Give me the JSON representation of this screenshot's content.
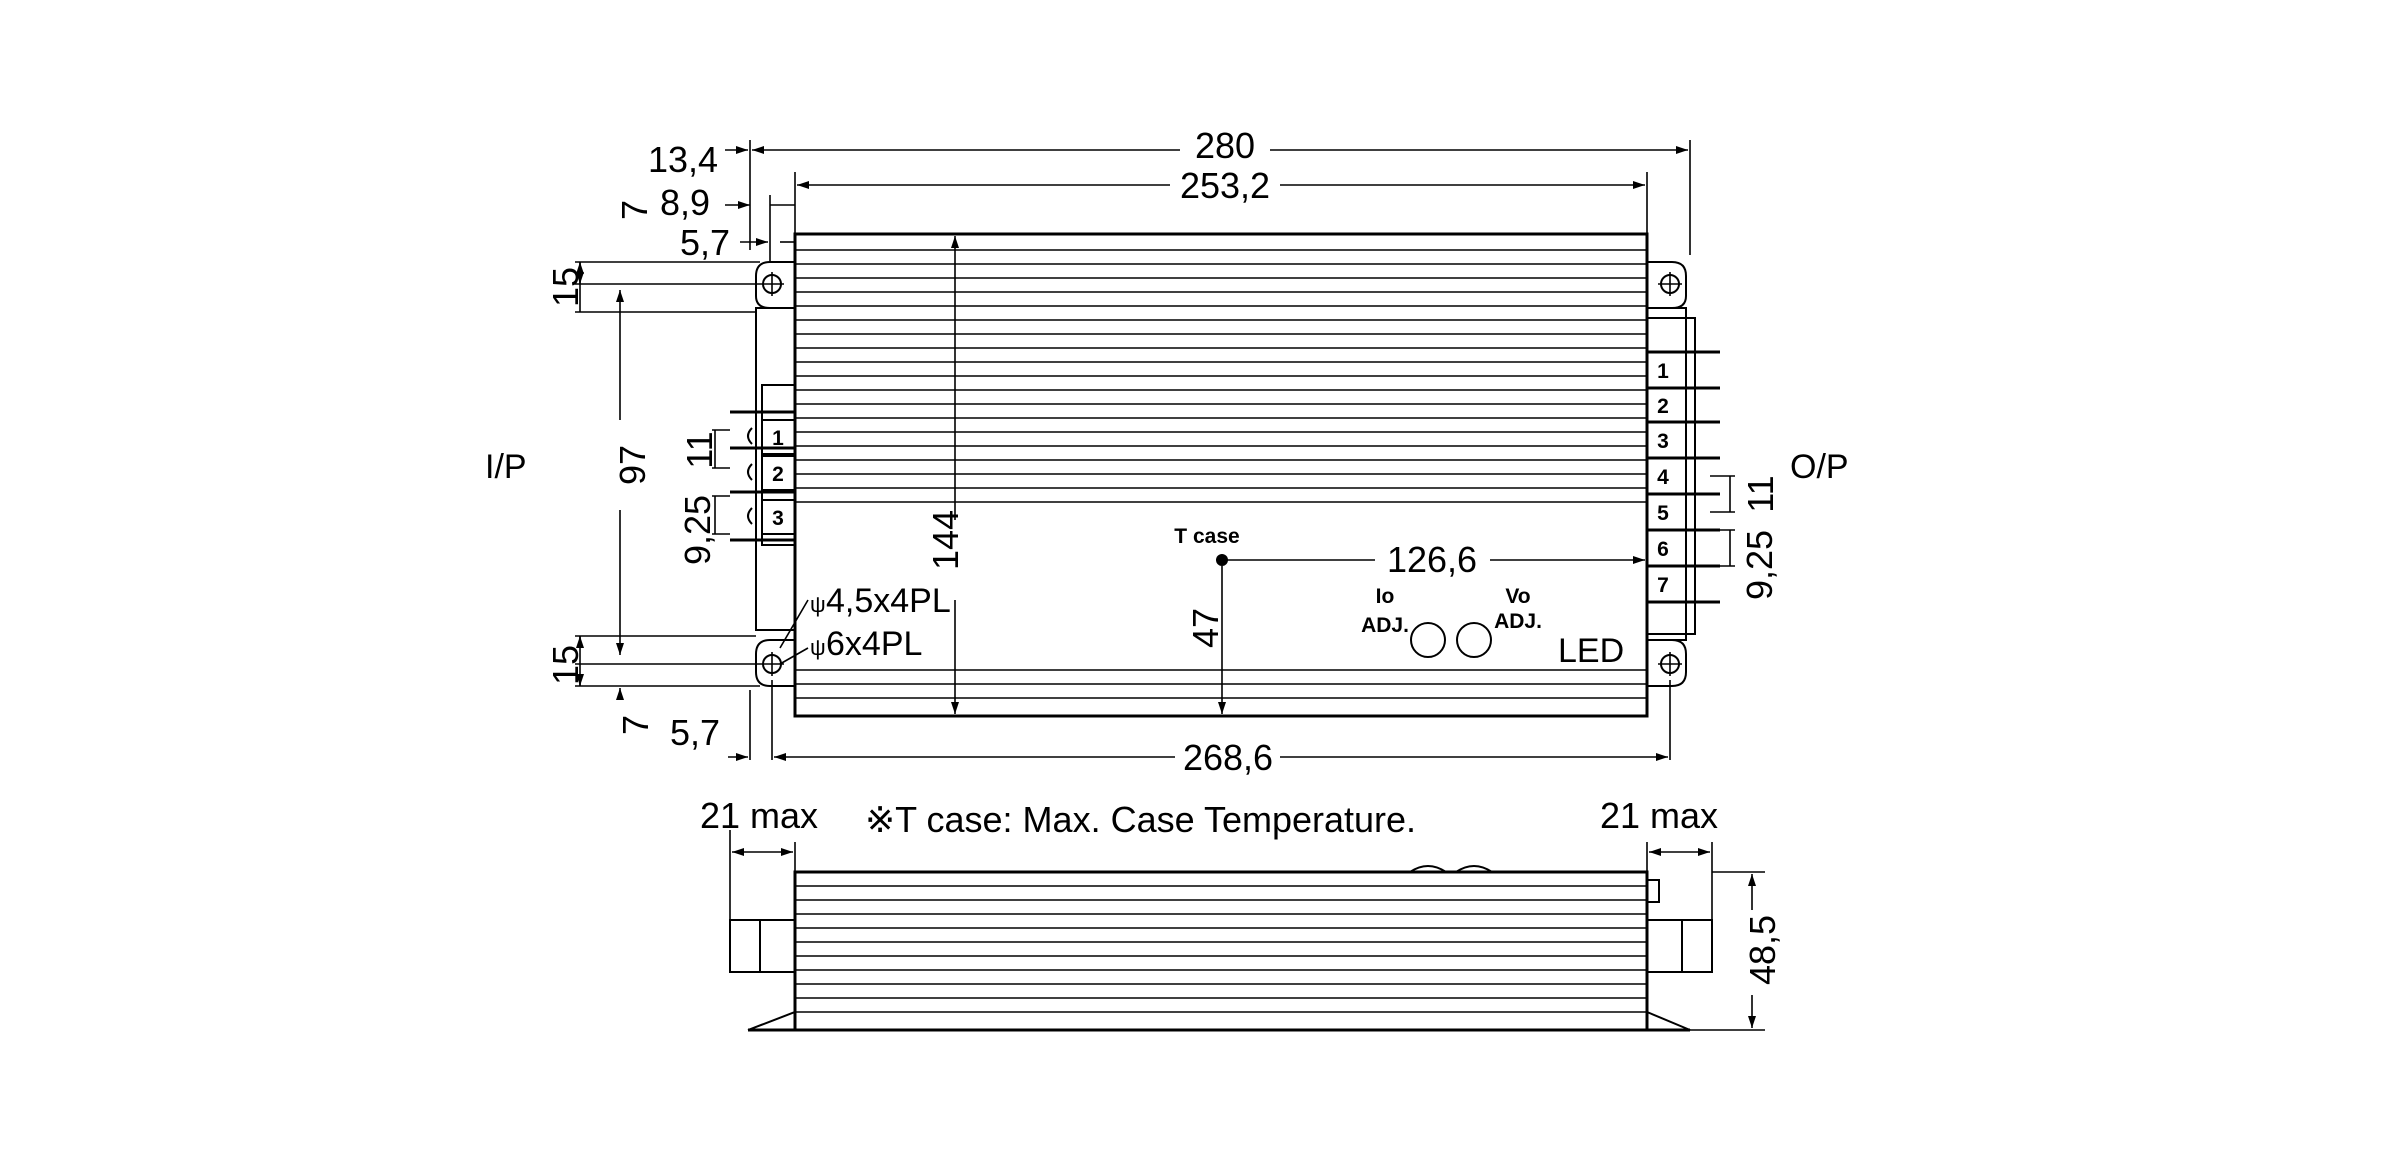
{
  "top_view": {
    "overall_length": "280",
    "body_length": "253,2",
    "offset_13_4": "13,4",
    "offset_8_9": "8,9",
    "offset_5_7_top": "5,7",
    "offset_7_top": "7",
    "hole_pitch_15_top": "15",
    "hole_pitch_97": "97",
    "hole_pitch_15_bottom": "15",
    "offset_7_bottom": "7",
    "offset_5_7_bottom": "5,7",
    "mount_hole_length": "268,6",
    "height_144": "144",
    "tcase_distance": "126,6",
    "tcase_height": "47",
    "input_label": "I/P",
    "output_label": "O/P",
    "ip_pin_pitch": "11",
    "ip_pin_offset": "9,25",
    "op_pin_pitch": "11",
    "op_pin_offset": "9,25",
    "hole_small": "4,5x4PL",
    "hole_large": "6x4PL",
    "hole_symbol": "ψ",
    "tcase_label": "T case",
    "io_label": "Io",
    "io_adj_label": "ADJ.",
    "vo_label": "Vo",
    "vo_adj_label": "ADJ.",
    "led_label": "LED",
    "input_pins": [
      "1",
      "2",
      "3"
    ],
    "output_pins": [
      "1",
      "2",
      "3",
      "4",
      "5",
      "6",
      "7"
    ]
  },
  "note": "※T case: Max. Case Temperature.",
  "side_view": {
    "left_max": "21 max",
    "right_max": "21 max",
    "height": "48,5"
  }
}
